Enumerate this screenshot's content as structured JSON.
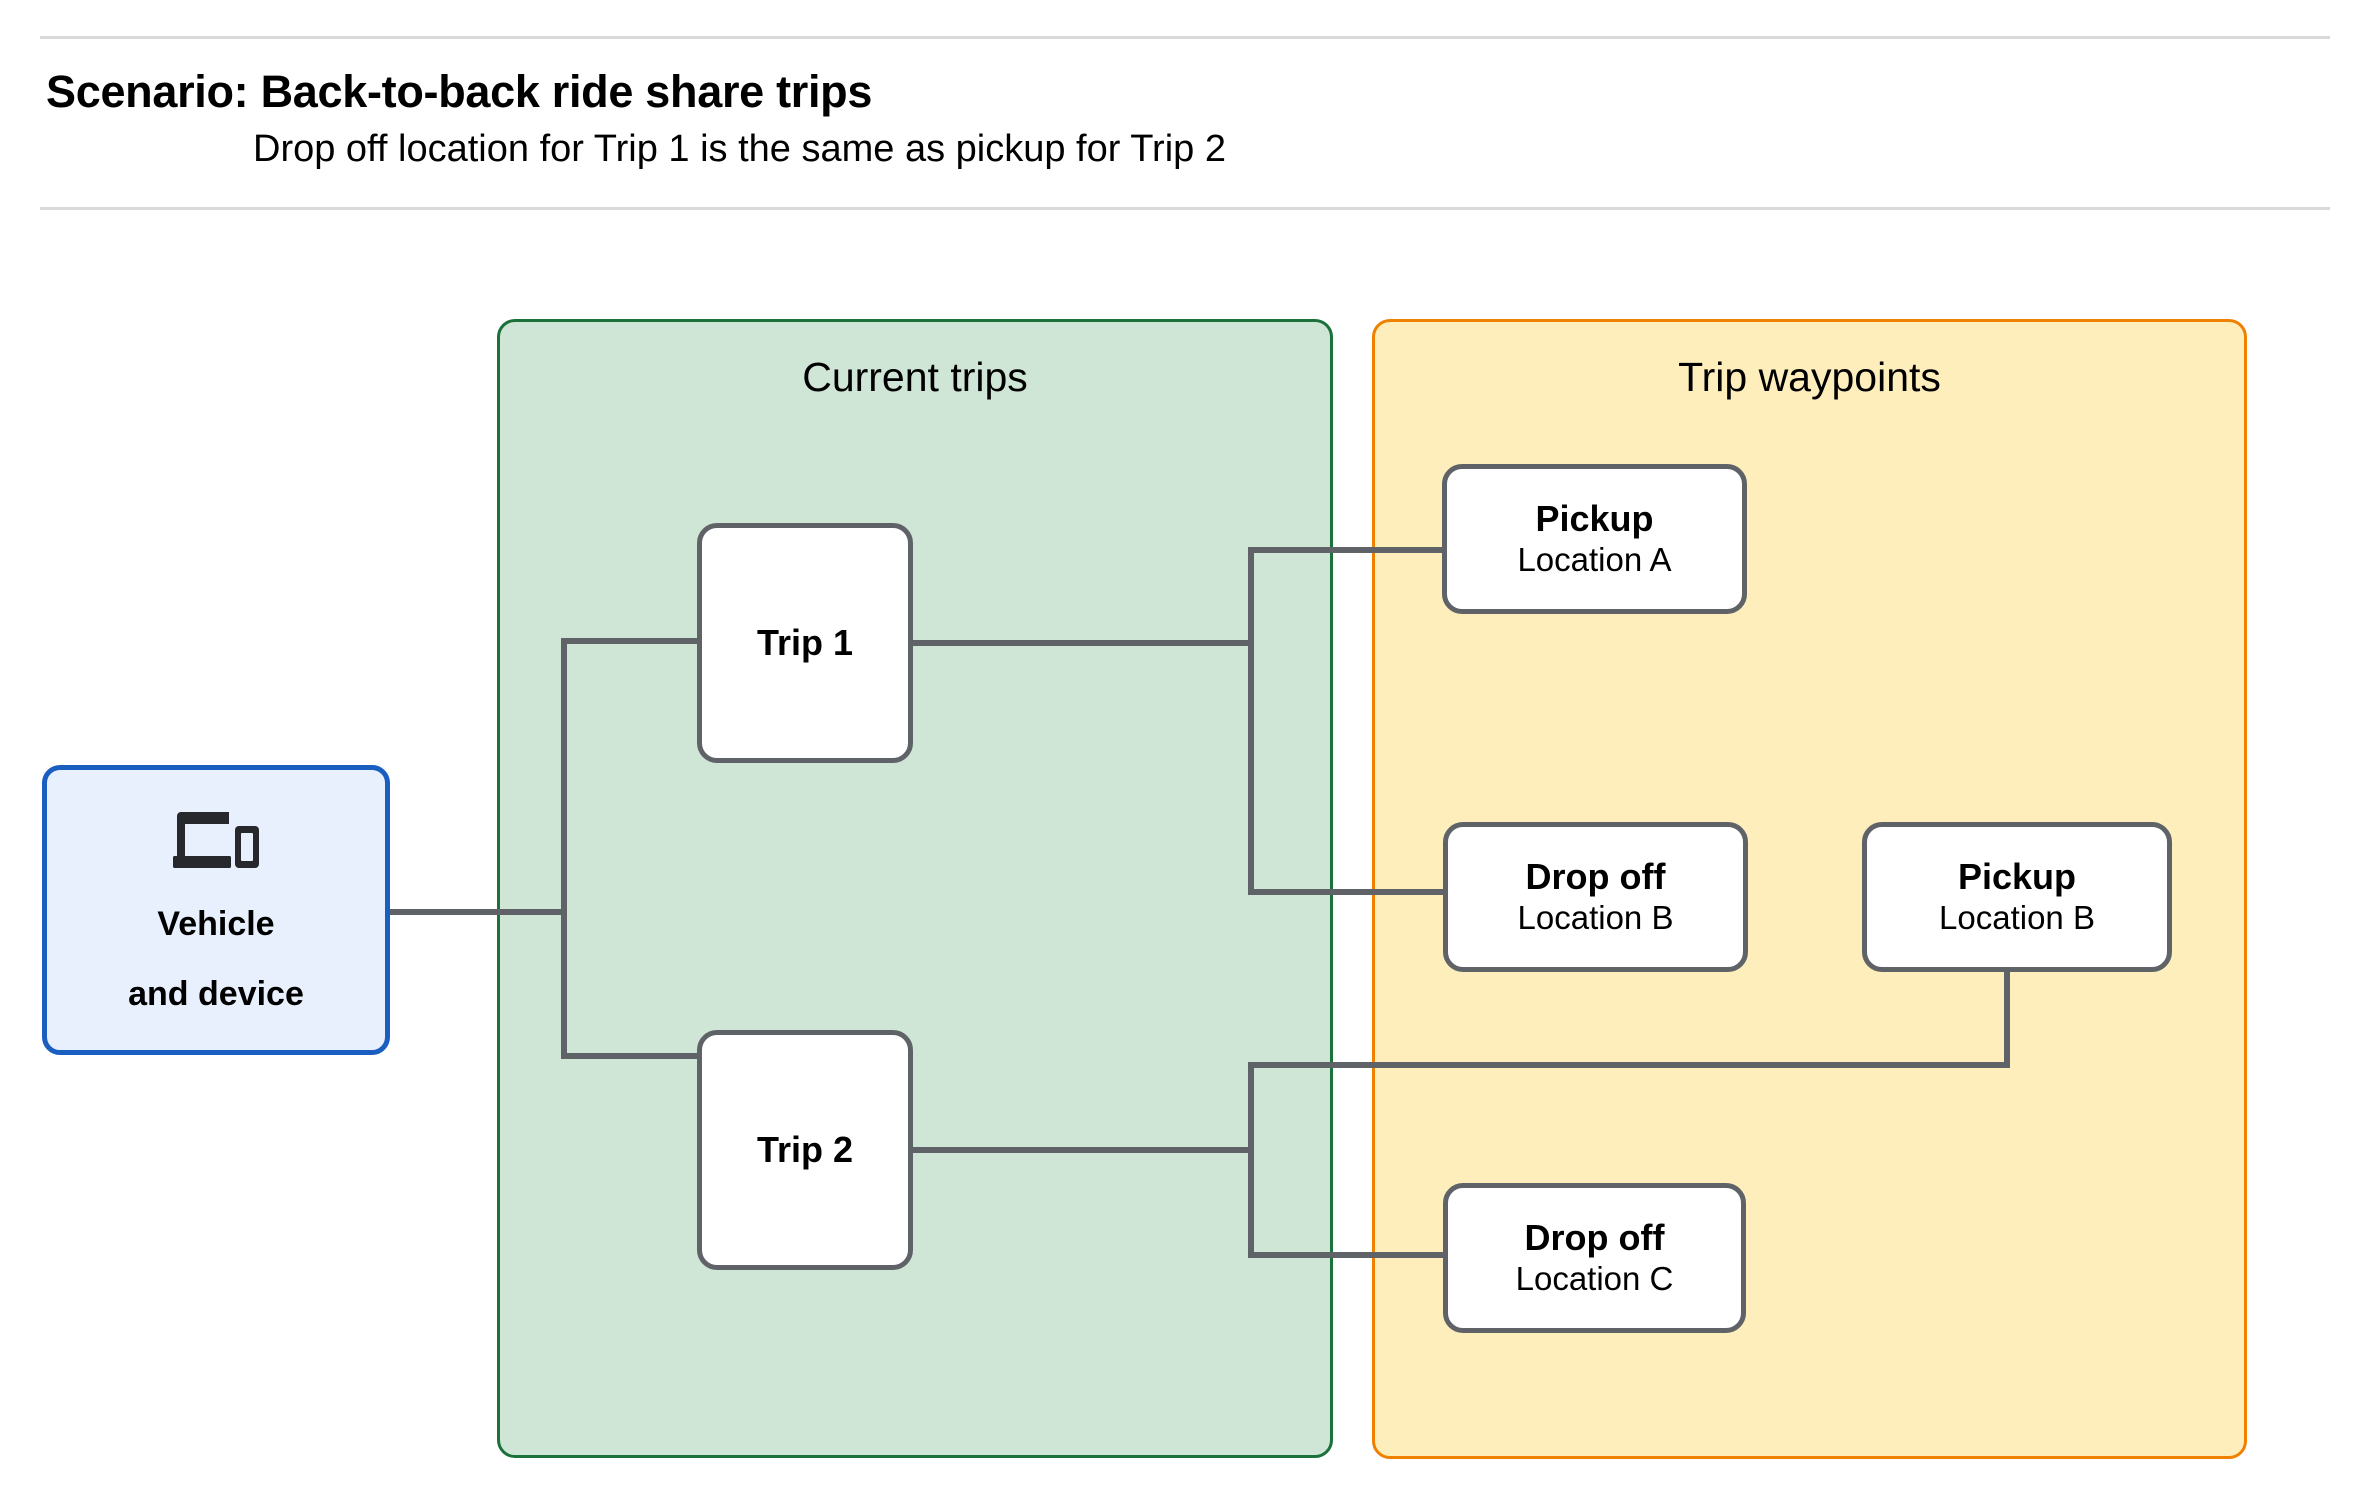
{
  "header": {
    "title": "Scenario: Back-to-back ride share trips",
    "subtitle": "Drop off  location for Trip 1 is the same as pickup for Trip 2"
  },
  "groups": {
    "current_trips": {
      "title": "Current trips",
      "fill": "#cfe6d6",
      "border": "#1a7139"
    },
    "trip_waypoints": {
      "title": "Trip waypoints",
      "fill": "#fdeebc",
      "border": "#f08000"
    }
  },
  "nodes": {
    "vehicle": {
      "line1": "Vehicle",
      "line2": "and device",
      "icon": "devices-icon",
      "fill": "#e8f0fe",
      "border": "#1a5fc0"
    },
    "trip1": {
      "label": "Trip 1"
    },
    "trip2": {
      "label": "Trip 2"
    },
    "pickup_a": {
      "primary": "Pickup",
      "secondary": "Location A"
    },
    "dropoff_b": {
      "primary": "Drop off",
      "secondary": "Location B"
    },
    "pickup_b": {
      "primary": "Pickup",
      "secondary": "Location B"
    },
    "dropoff_c": {
      "primary": "Drop off",
      "secondary": "Location C"
    }
  },
  "theme": {
    "wire_color": "#5f6368",
    "node_border": "#5f6368",
    "node_fill": "#ffffff",
    "rule_color": "#d9d9d9",
    "page_background": "#ffffff"
  }
}
